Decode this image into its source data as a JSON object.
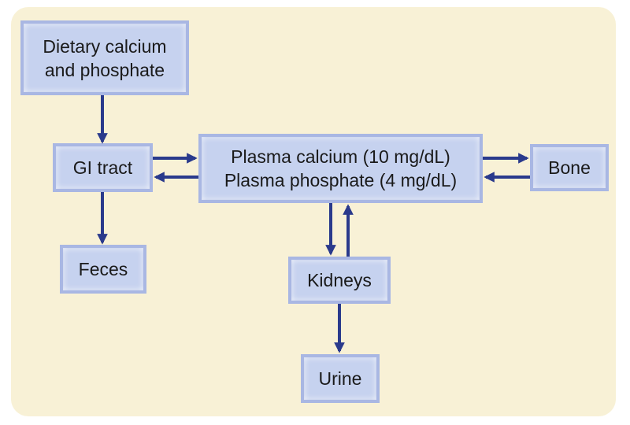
{
  "nodes": {
    "dietary": {
      "line1": "Dietary calcium",
      "line2": "and phosphate"
    },
    "gi_tract": {
      "label": "GI tract"
    },
    "plasma": {
      "line1": "Plasma calcium (10 mg/dL)",
      "line2": "Plasma phosphate (4 mg/dL)"
    },
    "bone": {
      "label": "Bone"
    },
    "feces": {
      "label": "Feces"
    },
    "kidneys": {
      "label": "Kidneys"
    },
    "urine": {
      "label": "Urine"
    }
  },
  "edges": [
    {
      "from": "dietary",
      "to": "gi_tract"
    },
    {
      "from": "gi_tract",
      "to": "plasma"
    },
    {
      "from": "plasma",
      "to": "gi_tract"
    },
    {
      "from": "plasma",
      "to": "bone"
    },
    {
      "from": "bone",
      "to": "plasma"
    },
    {
      "from": "gi_tract",
      "to": "feces"
    },
    {
      "from": "plasma",
      "to": "kidneys"
    },
    {
      "from": "kidneys",
      "to": "plasma"
    },
    {
      "from": "kidneys",
      "to": "urine"
    }
  ],
  "colors": {
    "background": "#f8f1d6",
    "box_fill": "#c6d2ef",
    "box_border": "#a9b7e3",
    "arrow": "#2a3a8c"
  }
}
